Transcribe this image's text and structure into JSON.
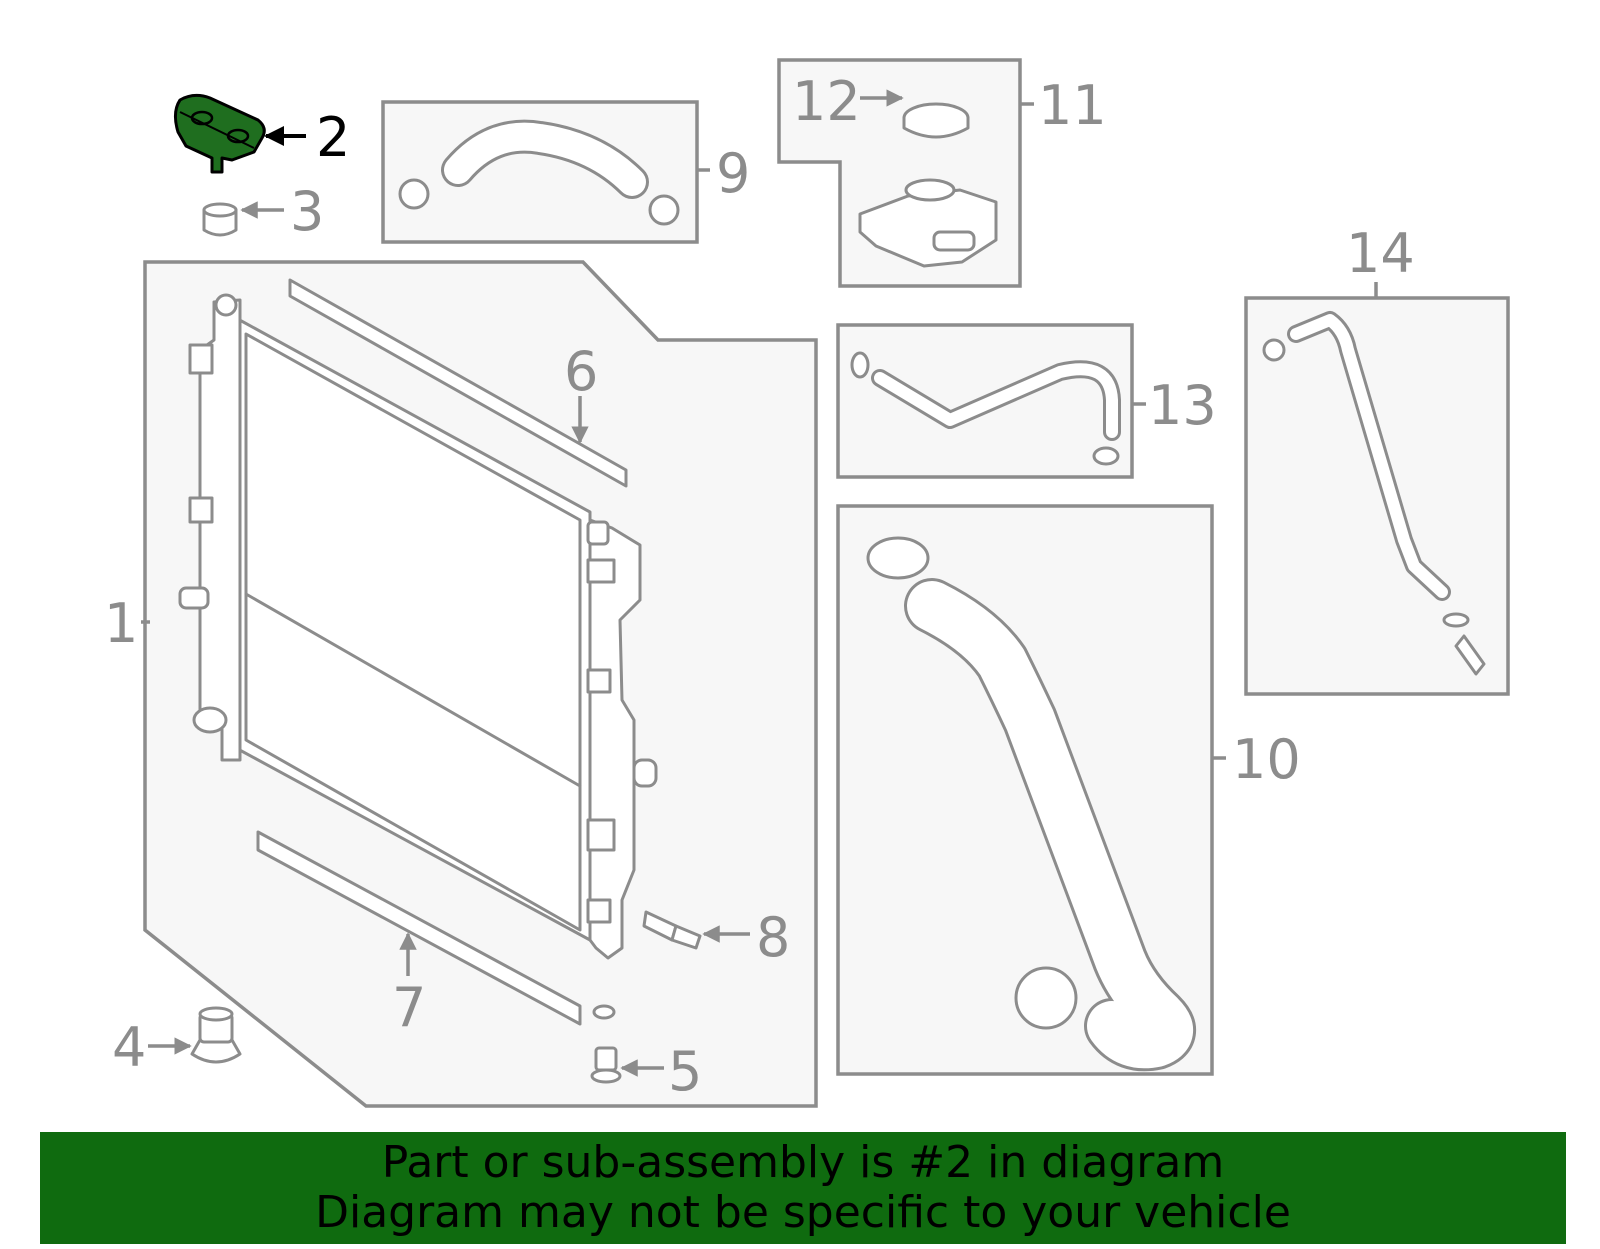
{
  "highlight_color": "#1f6e1f",
  "banner_color": "#0f6b0f",
  "callouts": {
    "c1": "1",
    "c2": "2",
    "c3": "3",
    "c4": "4",
    "c5": "5",
    "c6": "6",
    "c7": "7",
    "c8": "8",
    "c9": "9",
    "c10": "10",
    "c11": "11",
    "c12": "12",
    "c13": "13",
    "c14": "14"
  },
  "highlighted_part": "2",
  "banner": {
    "line1": "Part or sub-assembly is #2 in diagram",
    "line2": "Diagram may not be specific to your vehicle"
  }
}
